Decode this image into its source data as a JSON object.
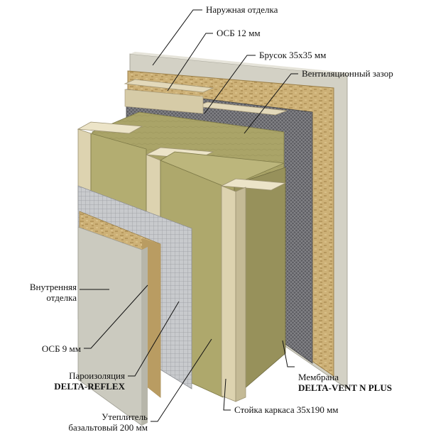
{
  "labels": {
    "outer_finish": "Наружная отделка",
    "osb_12": "ОСБ 12 мм",
    "batten": "Брусок 35x35 мм",
    "vent_gap": "Вентиляционный зазор",
    "inner_finish_1": "Внутренняя",
    "inner_finish_2": "отделка",
    "osb_9": "ОСБ 9 мм",
    "vapor_1": "Пароизоляция",
    "vapor_2": "DELTA-REFLEX",
    "membrane_1": "Мембрана",
    "membrane_2": "DELTA-VENT N PLUS",
    "insulation_1": "Утеплитель",
    "insulation_2": "базальтовый 200 мм",
    "stud": "Стойка каркаса 35x190 мм"
  },
  "colors": {
    "outer_board": "#d4d2c6",
    "osb": "#c9ad72",
    "wood": "#e2d8b8",
    "wool": "#a8a267",
    "membrane_dark": "#6e6e72",
    "vapor_light": "#c2c4c8",
    "inner_board": "#c9c8bd",
    "leader": "#111111"
  }
}
